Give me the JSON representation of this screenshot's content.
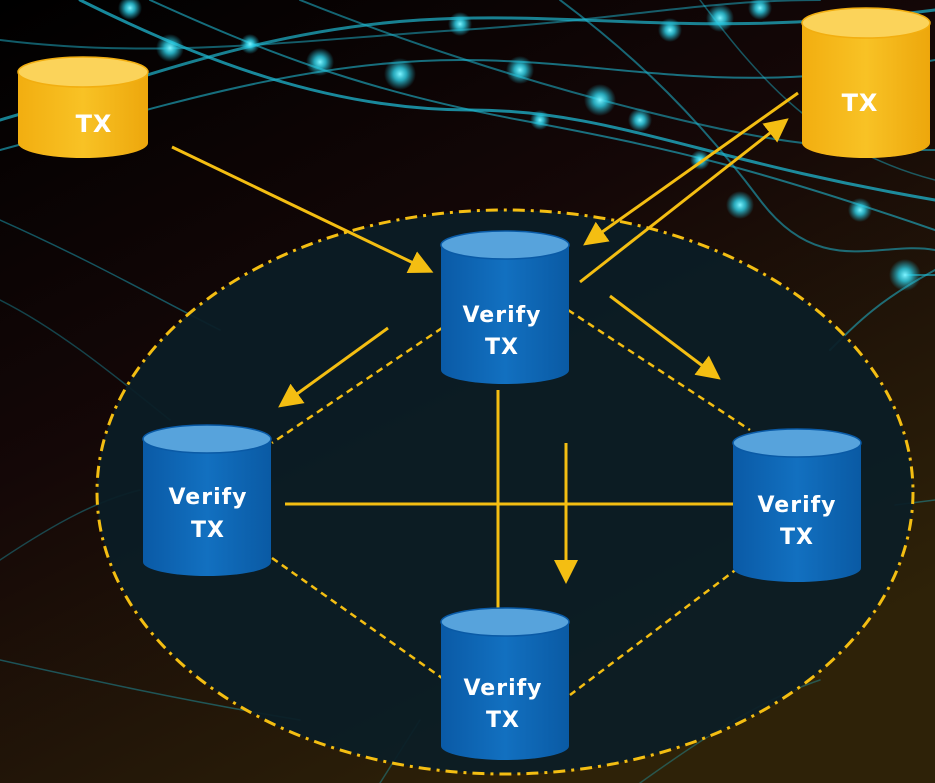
{
  "diagram": {
    "colors": {
      "background_top": "#0a0909",
      "background_bottom": "#2a1e08",
      "network_lines": "#1fb6cf",
      "network_nodes": "#3fe0f2",
      "cluster_fill": "#0c1f28",
      "cluster_border": "#f4be12",
      "arrow": "#f4be12",
      "tx_cylinder": "#f7be1b",
      "tx_cylinder_top": "#fbd35a",
      "verify_cylinder": "#0f67b7",
      "verify_cylinder_top": "#57a3dc"
    },
    "tx_nodes": [
      {
        "id": "tx-left",
        "label": "TX"
      },
      {
        "id": "tx-right",
        "label": "TX"
      }
    ],
    "verify_nodes": [
      {
        "id": "verify-top",
        "lines": [
          "Verify",
          "TX"
        ]
      },
      {
        "id": "verify-left",
        "lines": [
          "Verify",
          "TX"
        ]
      },
      {
        "id": "verify-right",
        "lines": [
          "Verify",
          "TX"
        ]
      },
      {
        "id": "verify-bottom",
        "lines": [
          "Verify",
          "TX"
        ]
      }
    ]
  }
}
